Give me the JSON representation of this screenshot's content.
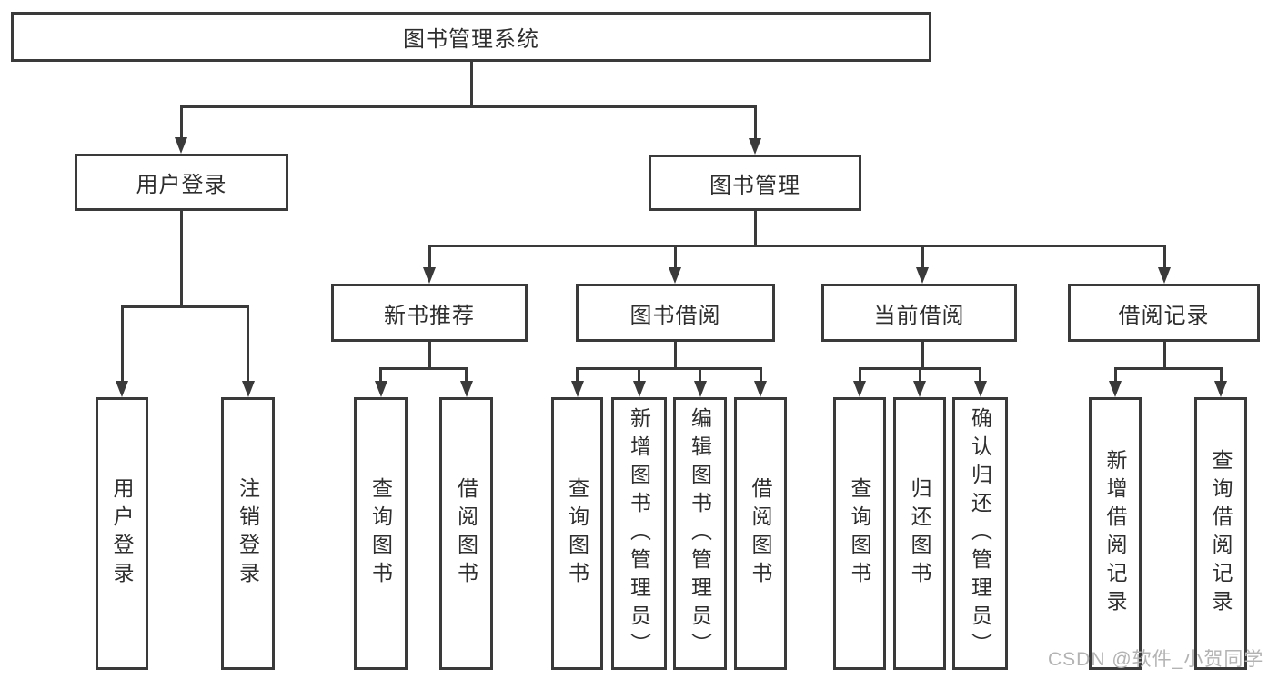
{
  "tree": {
    "root": "图书管理系统",
    "children": [
      {
        "label": "用户登录",
        "children": [
          "用户登录",
          "注销登录"
        ]
      },
      {
        "label": "图书管理",
        "children": [
          {
            "label": "新书推荐",
            "children": [
              "查询图书",
              "借阅图书"
            ]
          },
          {
            "label": "图书借阅",
            "children": [
              "查询图书",
              "新增图书（管理员）",
              "编辑图书（管理员）",
              "借阅图书"
            ]
          },
          {
            "label": "当前借阅",
            "children": [
              "查询图书",
              "归还图书",
              "确认归还（管理员）"
            ]
          },
          {
            "label": "借阅记录",
            "children": [
              "新增借阅记录",
              "查询借阅记录"
            ]
          }
        ]
      }
    ]
  },
  "watermark": {
    "text": "CSDN @软件_小贺同学"
  },
  "colors": {
    "line": "#3a3a3a",
    "box_border": "#3a3a3a",
    "box_fill": "#ffffff",
    "text": "#2e2e2e",
    "watermark": "#b3b3b3",
    "background": "#ffffff"
  }
}
